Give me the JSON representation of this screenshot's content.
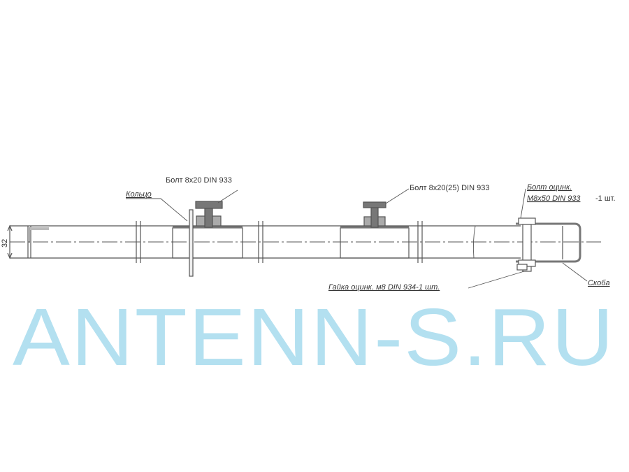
{
  "labels": {
    "bolt1": "Болт 8x20 DIN 933",
    "ring": "Кольцо",
    "bolt2": "Болт 8x20(25) DIN 933",
    "bolt3_line1": "Болт оцинк.",
    "bolt3_line2": "M8x50 DIN 933",
    "bolt3_qty": "-1 шт.",
    "nut": "Гайка оцинк. м8 DIN 934-1 шт.",
    "bracket": "Скоба",
    "dimension": "32"
  },
  "watermark": "ANTENN-S.RU",
  "colors": {
    "line": "#555555",
    "hatch": "#777777",
    "watermark": "#b3e0f0"
  }
}
